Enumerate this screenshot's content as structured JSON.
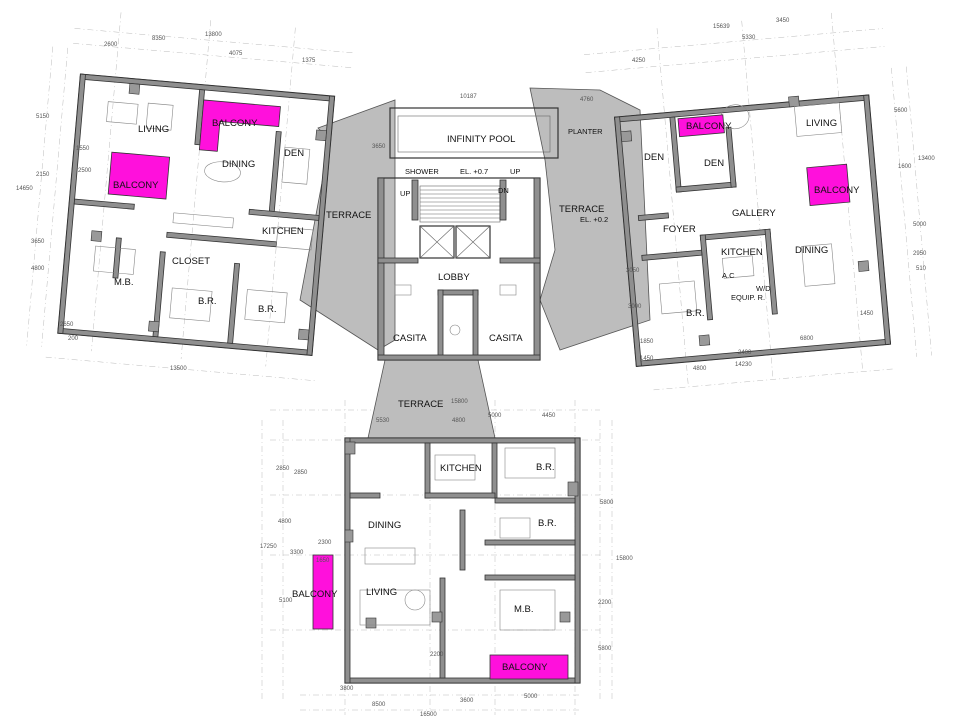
{
  "rooms": {
    "living_nw": "LIVING",
    "balcony_nw_top": "BALCONY",
    "dining_nw": "DINING",
    "den_nw": "DEN",
    "balcony_nw_left": "BALCONY",
    "kitchen_nw": "KITCHEN",
    "closet_nw": "CLOSET",
    "mb_nw": "M.B.",
    "br1_nw": "B.R.",
    "br2_nw": "B.R.",
    "terrace_w": "TERRACE",
    "infinity_pool": "INFINITY POOL",
    "shower": "SHOWER",
    "el_pool": "EL. +0.7",
    "up1": "UP",
    "up2": "UP",
    "dn": "DN",
    "lobby": "LOBBY",
    "casita1": "CASITA",
    "casita2": "CASITA",
    "planter": "PLANTER",
    "terrace_e": "TERRACE",
    "el_terrace": "EL. +0.2",
    "den_ne1": "DEN",
    "den_ne2": "DEN",
    "balcony_ne_top": "BALCONY",
    "living_ne": "LIVING",
    "balcony_ne_right": "BALCONY",
    "foyer": "FOYER",
    "gallery": "GALLERY",
    "kitchen_ne": "KITCHEN",
    "dining_ne": "DINING",
    "ac": "A.C",
    "equip": "EQUIP. R.",
    "wd": "W/D",
    "br_ne": "B.R.",
    "terrace_s": "TERRACE",
    "kitchen_s": "KITCHEN",
    "br1_s": "B.R.",
    "br2_s": "B.R.",
    "dining_s": "DINING",
    "living_s": "LIVING",
    "balcony_s_left": "BALCONY",
    "mb_s": "M.B.",
    "balcony_s_bottom": "BALCONY"
  },
  "dimensions": {
    "nw_top_total": "13800",
    "nw_top_a": "8350",
    "nw_top_b": "2600",
    "nw_top_c": "4075",
    "nw_top_d": "1375",
    "nw_left_a": "5150",
    "nw_left_b": "1550",
    "nw_left_c": "2500",
    "nw_left_d": "2150",
    "nw_left_e": "14650",
    "nw_left_f": "3650",
    "nw_left_g": "4800",
    "nw_left_h": "2650",
    "nw_bottom": "13500",
    "nw_bottom_l": "200",
    "ne_top_total": "15639",
    "ne_top_a": "3450",
    "ne_top_b": "4250",
    "ne_top_c": "5330",
    "ne_right_a": "5600",
    "ne_right_b": "1600",
    "ne_right_c": "13400",
    "ne_right_d": "5000",
    "ne_right_e": "2950",
    "ne_right_f": "510",
    "ne_bottom_a": "14230",
    "ne_bottom_b": "4800",
    "ne_bottom_c": "2400",
    "ne_bottom_d": "6800",
    "ne_bottom_e": "1450",
    "ne_left_a": "3050",
    "ne_left_b": "3000",
    "ne_left_c": "1850",
    "ne_left_d": "1450",
    "core_top": "10187",
    "core_left": "3650",
    "core_right": "4760",
    "s_top_a": "15800",
    "s_top_b": "5530",
    "s_top_c": "4800",
    "s_top_d": "5000",
    "s_top_e": "4450",
    "s_left_a": "2850",
    "s_left_b": "2850",
    "s_left_c": "4800",
    "s_left_d": "17250",
    "s_left_e": "3300",
    "s_left_f": "5100",
    "s_left_g": "2300",
    "s_left_h": "1650",
    "s_left_i": "2200",
    "s_right_a": "5800",
    "s_right_b": "15800",
    "s_right_c": "2200",
    "s_right_d": "5800",
    "s_bottom_total": "16500",
    "s_bottom_a": "3800",
    "s_bottom_b": "5000",
    "s_bottom_c": "3600",
    "s_bottom_d": "8500"
  },
  "colors": {
    "balcony": "#ff10dc",
    "terrace": "#bdbdbd",
    "wall": "#8f8f8f"
  }
}
